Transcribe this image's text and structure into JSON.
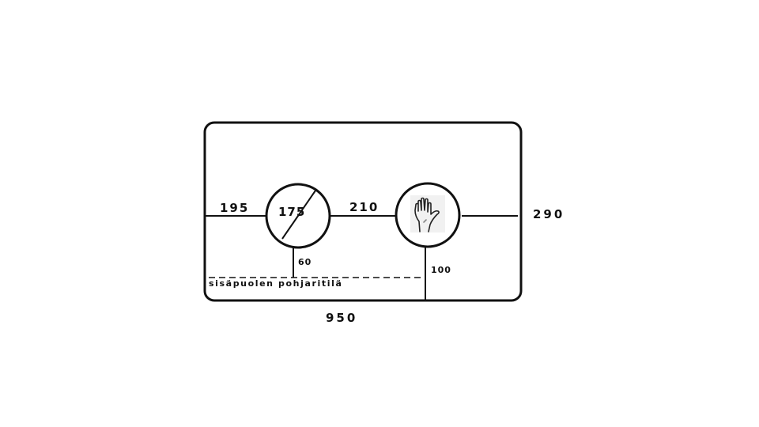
{
  "diagram": {
    "title": "",
    "colors": {
      "stroke": "#111111",
      "background": "#ffffff"
    },
    "outer_frame": {
      "width_label": "950",
      "height_label": "290"
    },
    "left_drain": {
      "label_distance_left": "195",
      "diameter_label": "175",
      "distance_bottom": "60",
      "icon": "diameter-symbol"
    },
    "right_control": {
      "label_distance_between": "210",
      "distance_bottom": "100",
      "icon": "hand-icon"
    },
    "inner_floor_label": "sisäpuolen pohjaritilä"
  }
}
